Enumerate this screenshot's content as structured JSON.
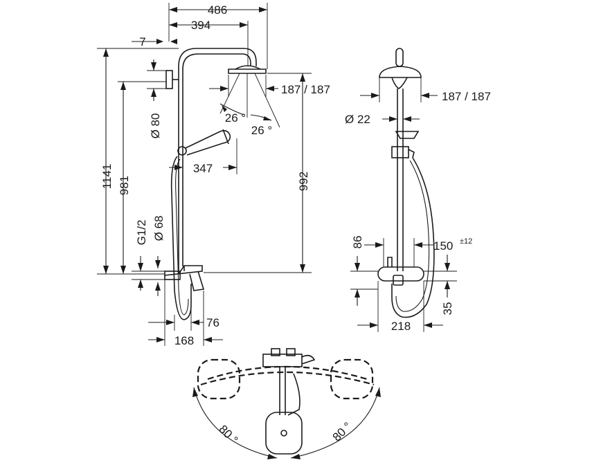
{
  "dimensions": {
    "d486": "486",
    "d394": "394",
    "d7": "7",
    "d187a": "187 / 187",
    "d187b": "187 / 187",
    "d26a": "26 °",
    "d26b": "26 °",
    "d80dia": "Ø 80",
    "d1141": "1141",
    "d981": "981",
    "d347": "347",
    "d992": "992",
    "dG12": "G1/2",
    "d68dia": "Ø 68",
    "d76": "76",
    "d168": "168",
    "d22dia": "Ø 22",
    "d86": "86",
    "d150": "150",
    "d150tol": "±12",
    "d35": "35",
    "d218": "218",
    "d80left": "80 °",
    "d80right": "80 °"
  },
  "colors": {
    "line": "#1a1a1a",
    "background": "#ffffff"
  }
}
